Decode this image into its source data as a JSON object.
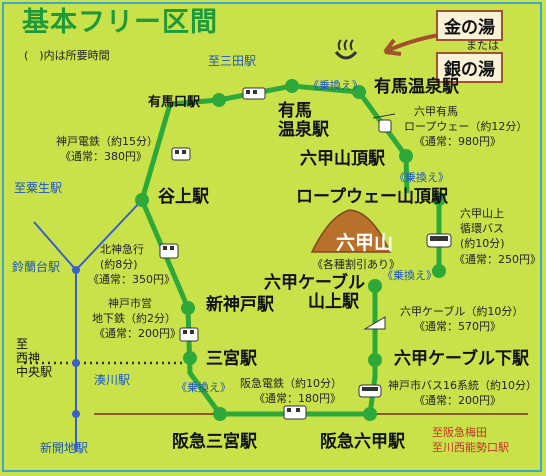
{
  "title": "基本フリー区間",
  "note": "(　)内は所要時間",
  "onsen": {
    "kin": "金の湯",
    "or": "または",
    "gin": "銀の湯"
  },
  "stations": {
    "arima_onsen_r": "有馬温泉駅",
    "arima_onsen_l1": "有馬",
    "arima_onsen_l2": "温泉駅",
    "arimaguchi": "有馬口駅",
    "tanigami": "谷上駅",
    "shinkobe": "新神戸駅",
    "sannomiya": "三宮駅",
    "hankyu_sannomiya": "阪急三宮駅",
    "hankyu_rokko": "阪急六甲駅",
    "rokko_sancho": "六甲山頂駅",
    "ropeway_sancho": "ロープウェー山頂駅",
    "cable_sanjo_1": "六甲ケーブル",
    "cable_sanjo_2": "山上駅",
    "cable_shita": "六甲ケーブル下駅",
    "suzurandai": "鈴蘭台駅",
    "minatogawa": "湊川駅",
    "shinkaichi": "新開地駅"
  },
  "to": {
    "sanda": "至三田駅",
    "awaio": "至粟生駅",
    "nishishin_1": "至",
    "nishishin_2": "西神",
    "nishishin_3": "中央駅",
    "umeda": "至阪急梅田",
    "kawanishi": "至川西能勢口駅"
  },
  "transfer": "《乗換え》",
  "rokko_mountain": {
    "name": "六甲山",
    "note": "《各種割引あり》"
  },
  "segments": {
    "shintetsu_1": "神戸電鉄（約15分）",
    "shintetsu_2": "《通常：380円》",
    "ropeway_1": "六甲有馬",
    "ropeway_2": "ロープウェー（約12分）",
    "ropeway_3": "《通常：980円》",
    "bus_loop_1": "六甲山上",
    "bus_loop_2": "循環バス",
    "bus_loop_3": "(約10分)",
    "bus_loop_4": "《通常：250円》",
    "hokushin_1": "北神急行",
    "hokushin_2": "(約8分)",
    "hokushin_3": "《通常：350円》",
    "subway_1": "神戸市営",
    "subway_2": "地下鉄（約2分）",
    "subway_3": "《通常：200円》",
    "cable_1": "六甲ケーブル（約10分）",
    "cable_2": "《通常：570円》",
    "hankyu_1": "阪急電鉄（約10分）",
    "hankyu_2": "《通常：180円》",
    "citybus_1": "神戸市バス16系統（約10分）",
    "citybus_2": "《通常：200円》"
  },
  "colors": {
    "background": "#c9e24a",
    "route": "#2fa83a",
    "blue_line": "#3a5fc8",
    "accent_brown": "#a0522d",
    "title_green": "#1f9a3a"
  }
}
